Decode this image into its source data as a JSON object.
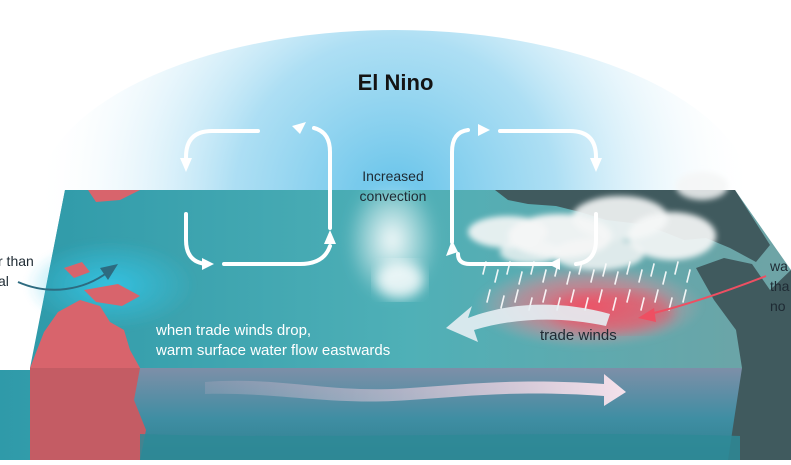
{
  "diagram": {
    "title": "El Nino",
    "convection_label": [
      "Increased",
      "convection"
    ],
    "left_callout": [
      "r than",
      "al"
    ],
    "right_callout": [
      "wa",
      "tha",
      "no"
    ],
    "flow_note": [
      "when trade winds drop,",
      "warm surface water flow eastwards"
    ],
    "trade_winds_label": "trade winds"
  },
  "colors": {
    "sky": "#5bbfe8",
    "ocean_surface": "#3aa3b4",
    "ocean_front": "#3f8fa3",
    "land": "#d8646c",
    "land_dark": "#405a5e",
    "warm_water": "#ee4f62",
    "arrow": "#ffffff"
  }
}
